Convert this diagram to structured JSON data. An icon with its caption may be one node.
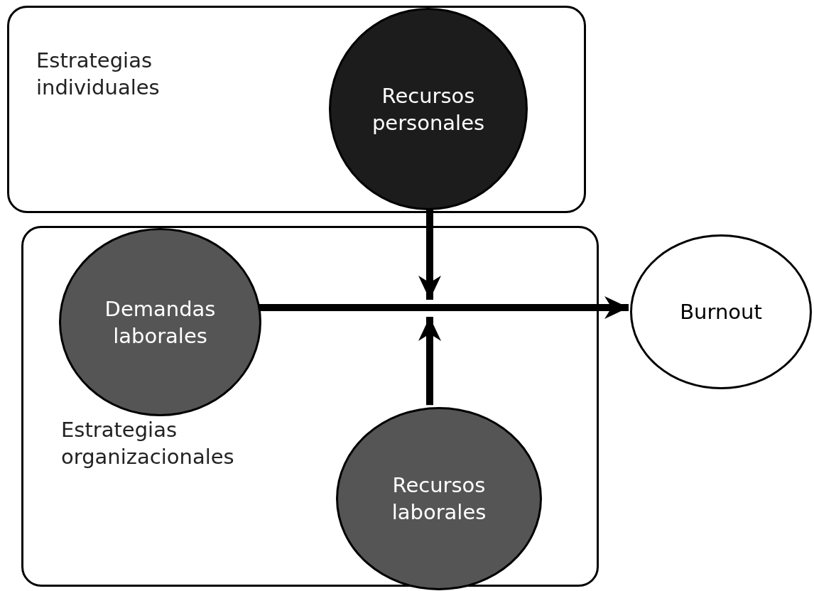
{
  "diagram": {
    "nodes": [
      {
        "text": [
          "Estrategias individuales"
        ]
      },
      {
        "text": [
          "Recursos personales"
        ],
        "in": 0
      },
      {
        "text": [
          "Estrategias organizacionales"
        ]
      },
      {
        "text": [
          "Demandas laborales"
        ],
        "in": 2
      },
      {
        "text": [
          "Recursos laborales"
        ],
        "in": 2
      },
      {
        "text": [
          "Burnout"
        ]
      }
    ],
    "edges": [
      {
        "from": 3,
        "to": 5,
        "arrow": "to"
      },
      {
        "from": 1,
        "to": null,
        "arrow": "to"
      },
      {
        "from": 4,
        "to": null,
        "arrow": "to"
      }
    ]
  }
}
